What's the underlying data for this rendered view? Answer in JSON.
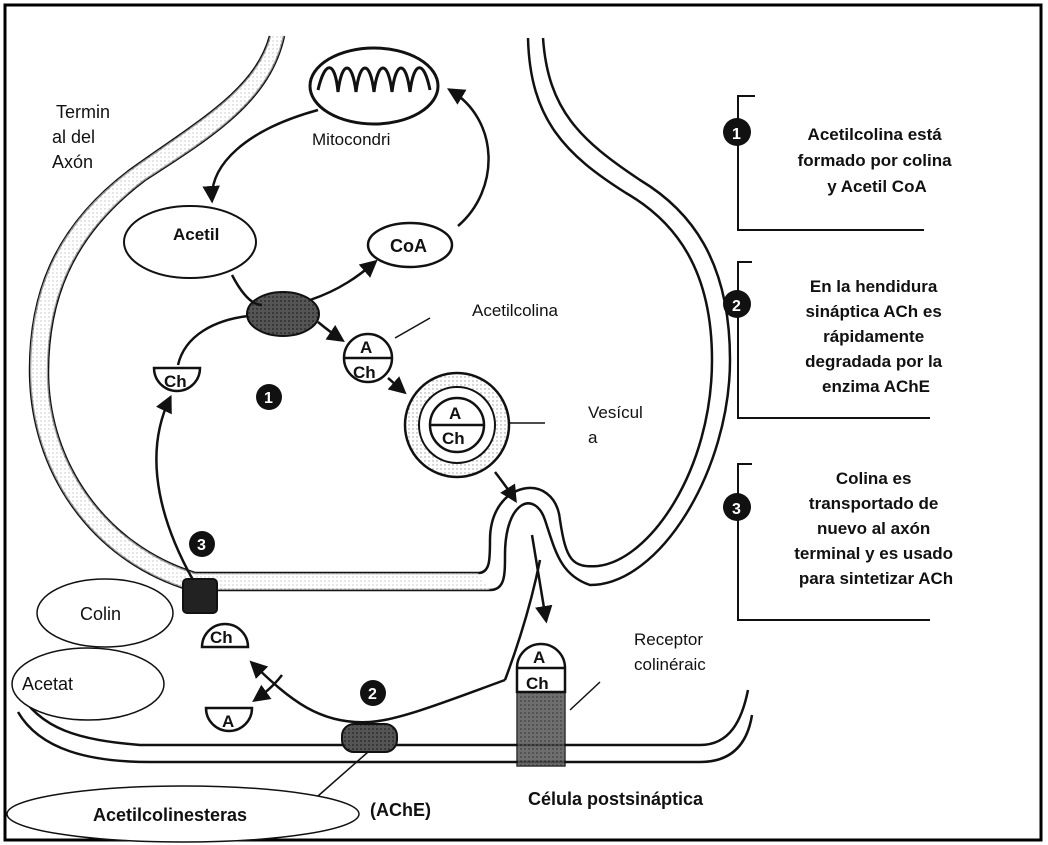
{
  "labels": {
    "terminal_axon": [
      "Termin",
      "al del",
      "Axón"
    ],
    "mitochondria": "Mitocondri",
    "acetyl": "Acetil",
    "coa": "CoA",
    "acetylcholine": "Acetilcolina",
    "vesicle": [
      "Vesícul",
      "a"
    ],
    "choline": "Colin",
    "acetate": "Acetat",
    "receptor": [
      "Receptor",
      "colinéraic"
    ],
    "ache_name": "Acetilcolinesteras",
    "ache_abbr": "(AChE)",
    "postsynaptic": "Célula postsináptica",
    "mol_a": "A",
    "mol_ch": "Ch"
  },
  "steps": [
    {
      "number": "1",
      "lines": [
        "Acetilcolina está",
        "formado por colina",
        "y Acetil CoA"
      ]
    },
    {
      "number": "2",
      "lines": [
        "En la hendidura",
        "sináptica ACh es",
        "rápidamente",
        "degradada  por la",
        "enzima AChE"
      ]
    },
    {
      "number": "3",
      "lines": [
        "Colina es",
        "transportado de",
        "nuevo al axón",
        "terminal y es usado",
        "para sintetizar ACh"
      ]
    }
  ],
  "diagram_markers": [
    "1",
    "2",
    "3"
  ]
}
